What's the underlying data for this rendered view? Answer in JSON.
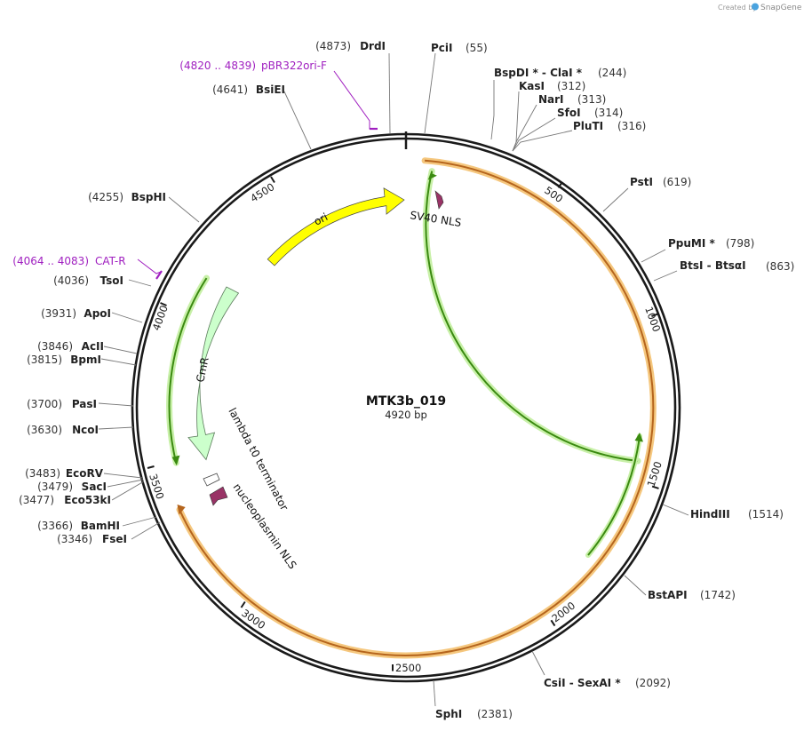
{
  "credit": {
    "prefix": "Created by",
    "brand": "SnapGene"
  },
  "map": {
    "name": "MTK3b_019",
    "length_label": "4920 bp",
    "length": 4920
  },
  "ticks": [
    "500",
    "1000",
    "1500",
    "2000",
    "2500",
    "3000",
    "3500",
    "4000",
    "4500"
  ],
  "sites": [
    {
      "pos": "(55)",
      "name": "PciI"
    },
    {
      "pos": "(244)",
      "name": "BspDI * - ClaI *"
    },
    {
      "pos": "(312)",
      "name": "KasI"
    },
    {
      "pos": "(313)",
      "name": "NarI"
    },
    {
      "pos": "(314)",
      "name": "SfoI"
    },
    {
      "pos": "(316)",
      "name": "PluTI"
    },
    {
      "pos": "(619)",
      "name": "PstI"
    },
    {
      "pos": "(798)",
      "name": "PpuMI *"
    },
    {
      "pos": "(863)",
      "name": "BtsI - BtsαI"
    },
    {
      "pos": "(1514)",
      "name": "HindIII"
    },
    {
      "pos": "(1742)",
      "name": "BstAPI"
    },
    {
      "pos": "(2092)",
      "name": "CsiI - SexAI *"
    },
    {
      "pos": "(2381)",
      "name": "SphI"
    },
    {
      "pos": "(3346)",
      "name": "FseI"
    },
    {
      "pos": "(3366)",
      "name": "BamHI"
    },
    {
      "pos": "(3477)",
      "name": "Eco53kI"
    },
    {
      "pos": "(3479)",
      "name": "SacI"
    },
    {
      "pos": "(3483)",
      "name": "EcoRV"
    },
    {
      "pos": "(3630)",
      "name": "NcoI"
    },
    {
      "pos": "(3700)",
      "name": "PasI"
    },
    {
      "pos": "(3815)",
      "name": "BpmI"
    },
    {
      "pos": "(3846)",
      "name": "AcII"
    },
    {
      "pos": "(3931)",
      "name": "ApoI"
    },
    {
      "pos": "(4036)",
      "name": "TsoI"
    },
    {
      "pos": "(4255)",
      "name": "BspHI"
    },
    {
      "pos": "(4641)",
      "name": "BsiEI"
    },
    {
      "pos": "(4873)",
      "name": "DrdI"
    }
  ],
  "primers": [
    {
      "range": "(4820 .. 4839)",
      "name": "pBR322ori-F"
    },
    {
      "range": "(4064 .. 4083)",
      "name": "CAT-R"
    }
  ],
  "features": [
    {
      "name": "ori",
      "color": "#ffff00"
    },
    {
      "name": "SV40 NLS",
      "color": "#993366"
    },
    {
      "name": "CmR",
      "color": "#ccffcc"
    },
    {
      "name": "lambda t0 terminator",
      "color": "#ffffff"
    },
    {
      "name": "nucleoplasmin NLS",
      "color": "#993366"
    }
  ],
  "colors": {
    "backbone": "#1a1a1a",
    "orange_track": "#f5c77e",
    "orange_core": "#b5651d",
    "green_track": "#c8f0a8",
    "green_core": "#3a8a10",
    "primer": "#a020c0"
  }
}
